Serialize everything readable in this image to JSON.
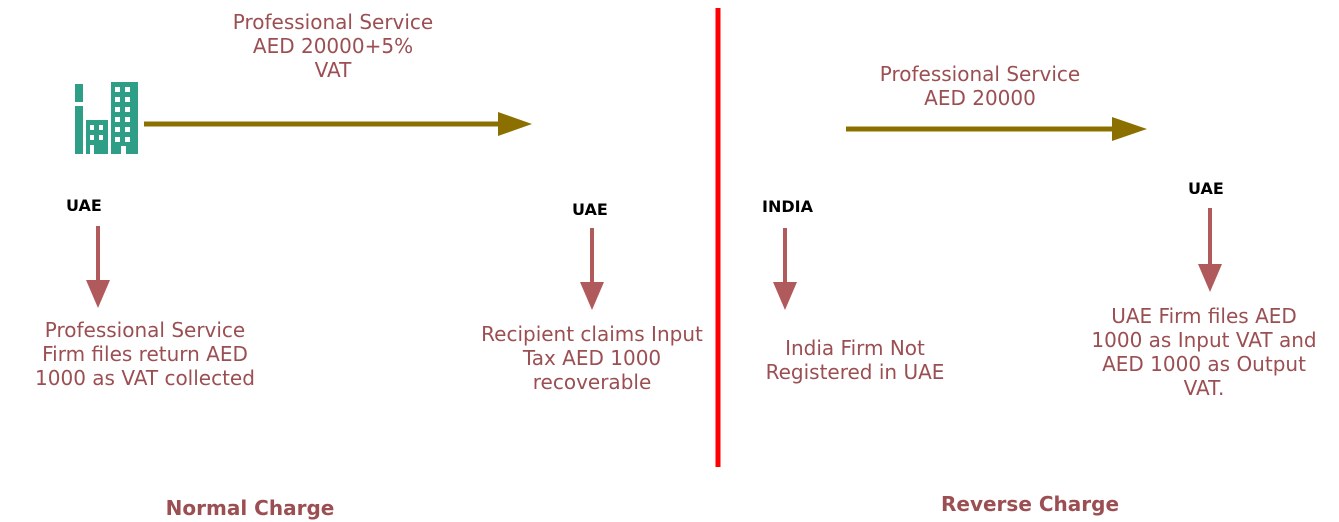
{
  "colors": {
    "service_arrow": "#8b7000",
    "down_arrow": "#b05a5c",
    "divider": "#ff0000",
    "text": "#9b4f52",
    "building": "#2e9e86"
  },
  "normal": {
    "service_text": [
      "Professional Service",
      "AED 20000+5%",
      "VAT"
    ],
    "supplier_label": "UAE",
    "recipient_label": "UAE",
    "supplier_note": [
      "Professional Service",
      "Firm files return AED",
      "1000 as VAT collected"
    ],
    "recipient_note": [
      "Recipient claims Input",
      "Tax AED 1000",
      "recoverable"
    ],
    "footer": "Normal Charge"
  },
  "reverse": {
    "service_text": [
      "Professional Service",
      "AED 20000"
    ],
    "supplier_label": "INDIA",
    "recipient_label": "UAE",
    "supplier_note": [
      "India Firm Not",
      "Registered in UAE"
    ],
    "recipient_note": [
      "UAE Firm files AED",
      "1000 as Input VAT and",
      "AED 1000 as Output",
      "VAT."
    ],
    "footer": "Reverse Charge"
  },
  "icons": {
    "building": "building-icon"
  }
}
